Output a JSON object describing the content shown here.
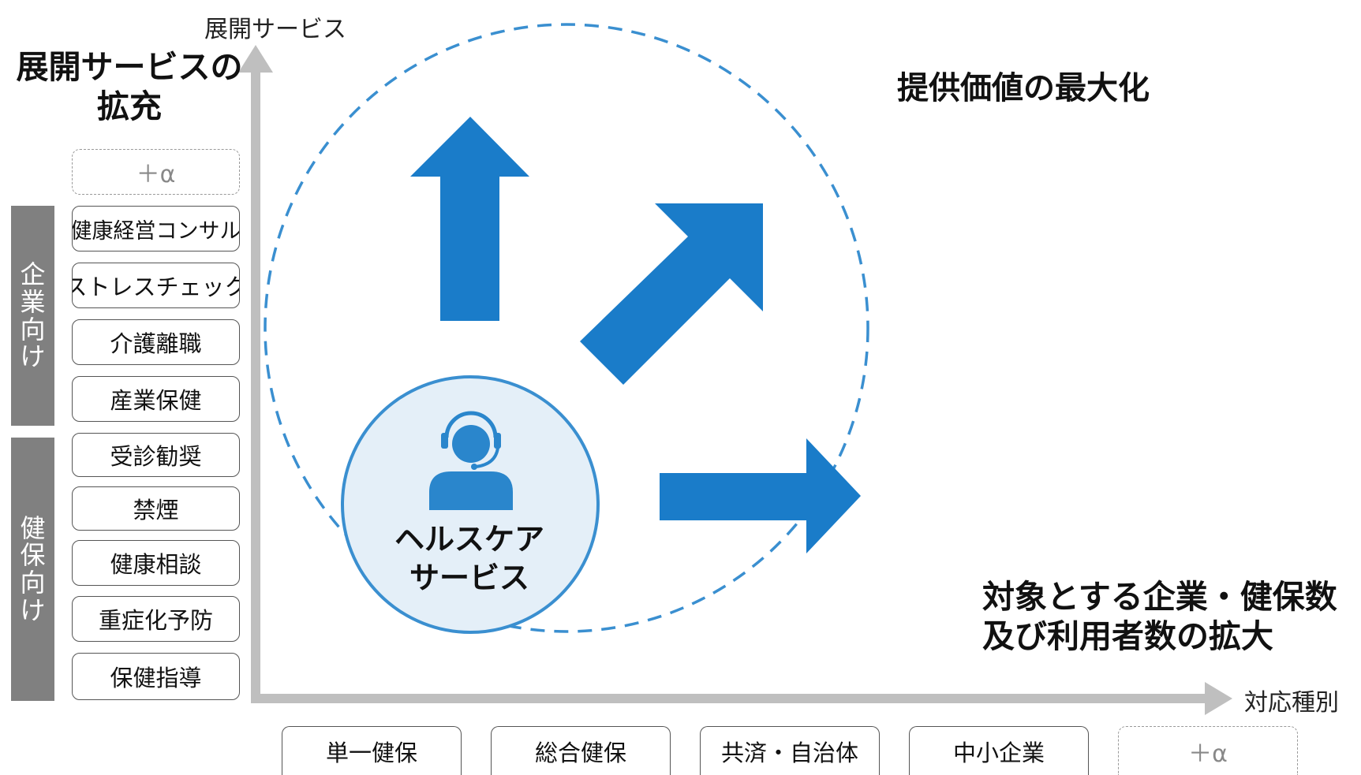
{
  "y_axis_label": "展開サービス",
  "x_axis_label": "対応種別",
  "left_heading": [
    "展開サービスの",
    "拡充"
  ],
  "top_right_heading": "提供価値の最大化",
  "bottom_right_heading": [
    "対象とする企業・健保数",
    "及び利用者数の拡大"
  ],
  "center": {
    "label_lines": [
      "ヘルスケア",
      "サービス"
    ],
    "icon": "support-agent-icon"
  },
  "services_plus": "＋α",
  "services": [
    "健康経営コンサル",
    "ストレスチェック",
    "介護離職",
    "産業保健",
    "受診勧奨",
    "禁煙",
    "健康相談",
    "重症化予防",
    "保健指導"
  ],
  "tags": {
    "corporate": [
      "企",
      "業",
      "向",
      "け"
    ],
    "insurer": [
      "健",
      "保",
      "向",
      "け"
    ]
  },
  "targets": [
    "単一健保",
    "総合健保",
    "共済・自治体",
    "中小企業"
  ],
  "targets_plus": "＋α",
  "colors": {
    "arrow": "#1a7cc9",
    "axis": "#bfbfbf",
    "dashed_circle": "#3a8fd0",
    "inner_circle_fill": "#e4eff8",
    "inner_circle_stroke": "#3a8fd0",
    "tag_bg": "#808080"
  }
}
